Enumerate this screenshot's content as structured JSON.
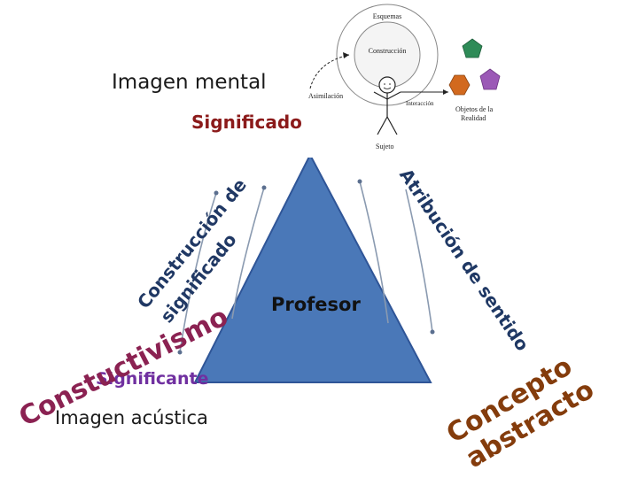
{
  "labels": {
    "imagen_mental": "Imagen mental",
    "significado": "Significado",
    "significante": "Significante",
    "imagen_acustica": "Imagen acústica",
    "profesor": "Profesor",
    "construccion_line1": "Construcción de",
    "construccion_line2": "significado",
    "atribucion": "Atribución de sentido",
    "constuctivismo": "Constuctivismo",
    "concepto": "Concepto",
    "abstracto": "abstracto"
  },
  "inset": {
    "esquemas": "Esquemas",
    "construccion": "Construcción",
    "asimilacion": "Asimilación",
    "interaccion": "Interacción",
    "objetos_line1": "Objetos de la",
    "objetos_line2": "Realidad",
    "sujeto": "Sujeto"
  },
  "colors": {
    "triangle_fill": "#4a78b8",
    "triangle_stroke": "#2f5597",
    "significado": "#8b1a1a",
    "significante": "#7030a0",
    "constructivismo": "#8b2252",
    "concepto": "#843c0c"
  }
}
